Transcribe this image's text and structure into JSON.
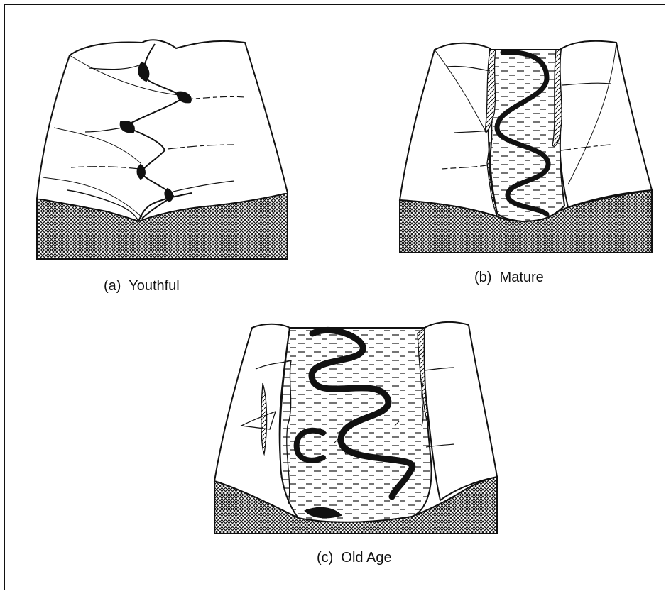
{
  "panels": [
    {
      "id": "a",
      "caption": "(a)  Youthful"
    },
    {
      "id": "b",
      "caption": "(b)  Mature"
    },
    {
      "id": "c",
      "caption": "(c)  Old Age"
    }
  ],
  "colors": {
    "ink": "#111111",
    "paper": "#ffffff",
    "rock_fill_pattern": "crosshatch"
  }
}
